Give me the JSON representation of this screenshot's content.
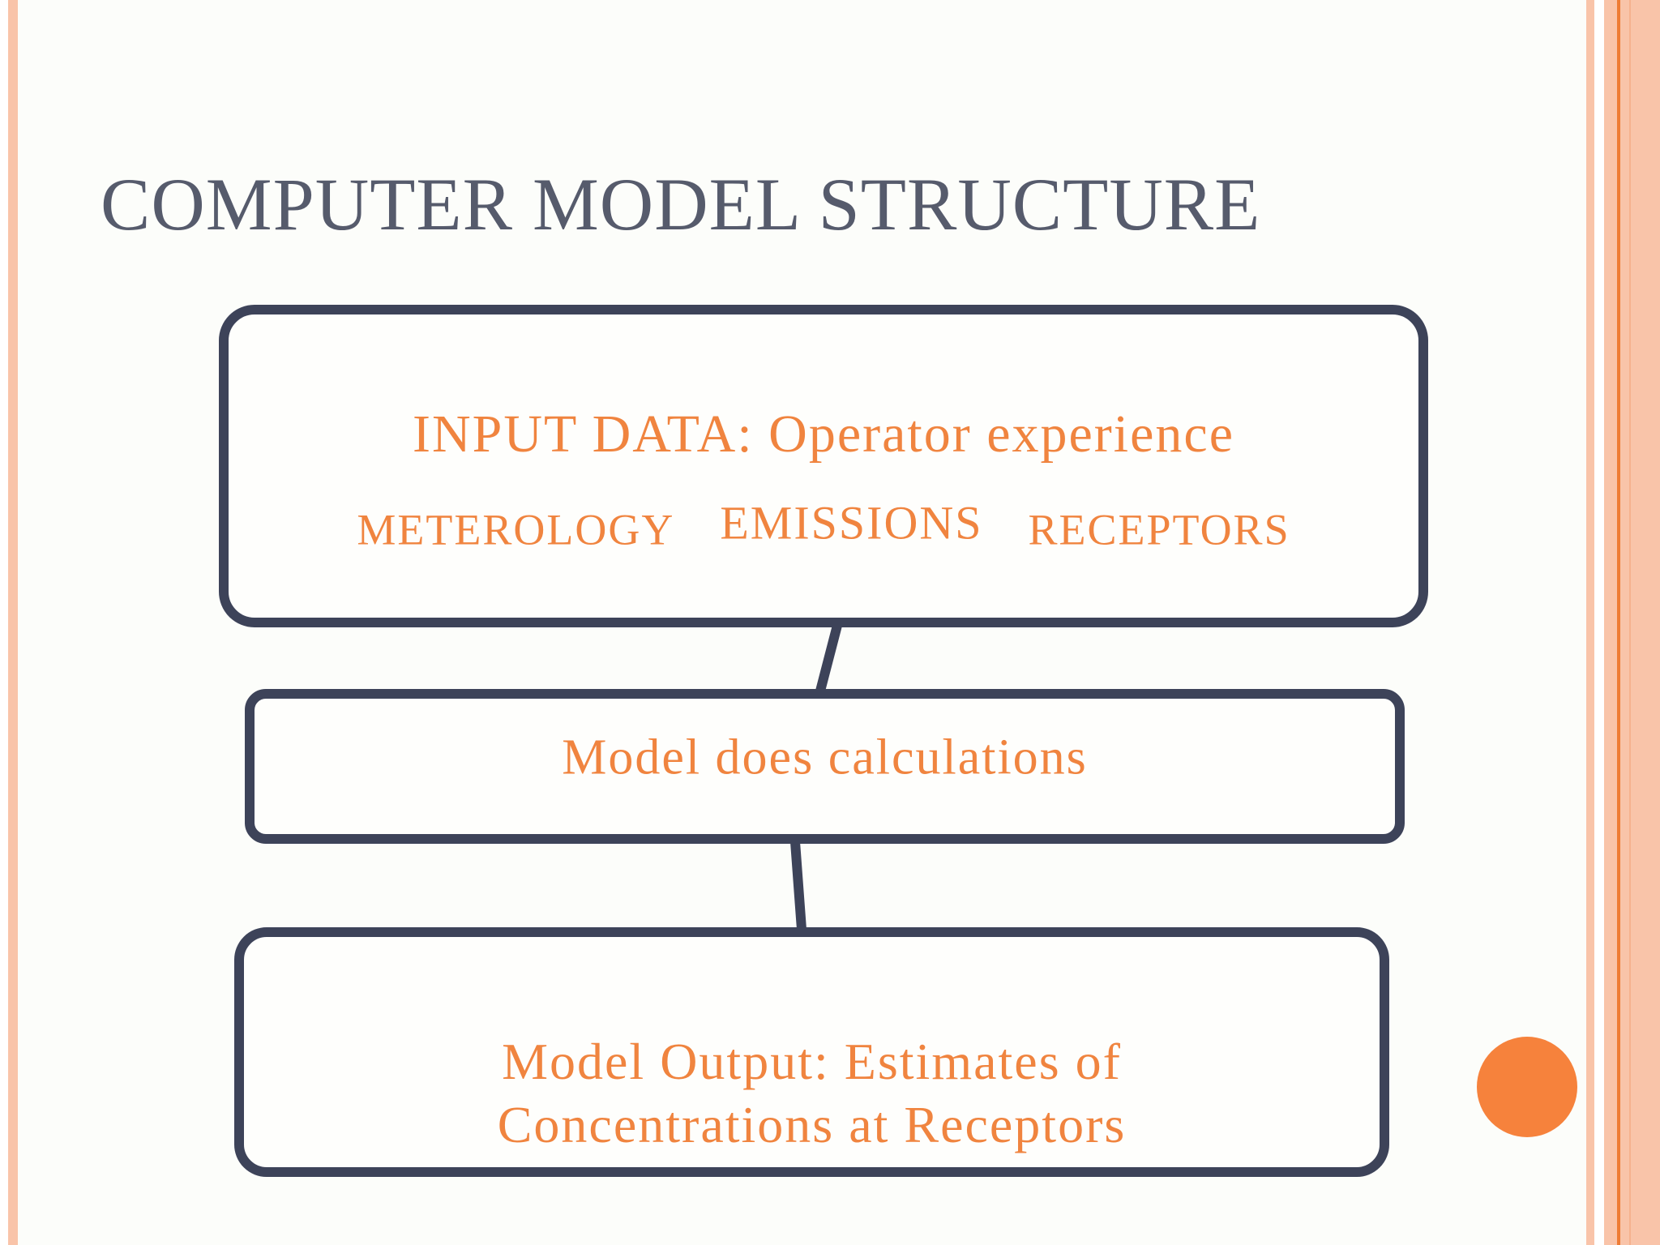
{
  "slide": {
    "title": "COMPUTER MODEL STRUCTURE"
  },
  "diagram": {
    "input_box": {
      "heading": "INPUT DATA: Operator experience",
      "items": [
        "METEROLOGY",
        "EMISSIONS",
        "RECEPTORS"
      ]
    },
    "process_box": {
      "label": "Model does calculations"
    },
    "output_box": {
      "line1": "Model Output: Estimates of",
      "line2": "Concentrations at Receptors"
    }
  },
  "colors": {
    "background": "#fcfdfa",
    "box_fill": "#fefefc",
    "box_border": "#3d4359",
    "title_color": "#565b6c",
    "accent_orange": "#f0843f",
    "circle_orange": "#f6823c",
    "stripe_peach": "#f9c4a9",
    "stripe_line": "#ee7c35",
    "stripe_faint": "#f6b28e"
  }
}
